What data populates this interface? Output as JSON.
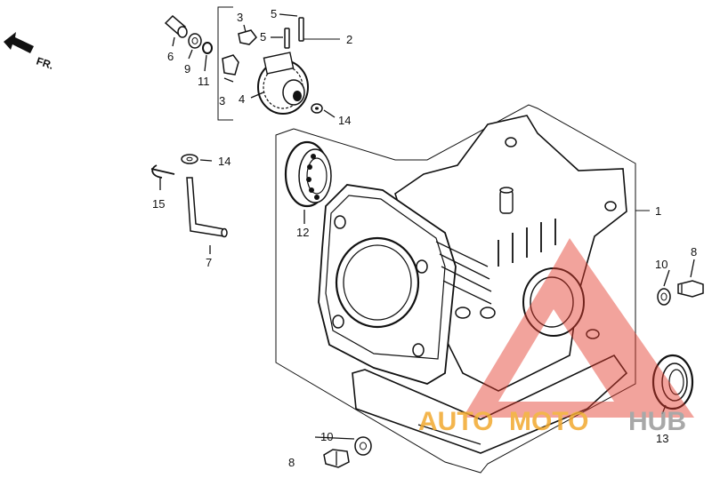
{
  "direction": {
    "label": "FR.",
    "icon": "front-direction-arrow-icon"
  },
  "callouts": {
    "c1": "1",
    "c2": "2",
    "c3a": "3",
    "c3b": "3",
    "c4": "4",
    "c5a": "5",
    "c5b": "5",
    "c6": "6",
    "c7": "7",
    "c8a": "8",
    "c8b": "8",
    "c9": "9",
    "c10a": "10",
    "c10b": "10",
    "c11": "11",
    "c12": "12",
    "c13": "13",
    "c14a": "14",
    "c14b": "14",
    "c15": "15"
  },
  "watermark": {
    "part1": "AUTO",
    "part2": "MOTO",
    "part3": "HUB",
    "color_orange": "#f2a92e",
    "color_red": "#e23b2b",
    "color_gray": "#9a9a9a"
  }
}
